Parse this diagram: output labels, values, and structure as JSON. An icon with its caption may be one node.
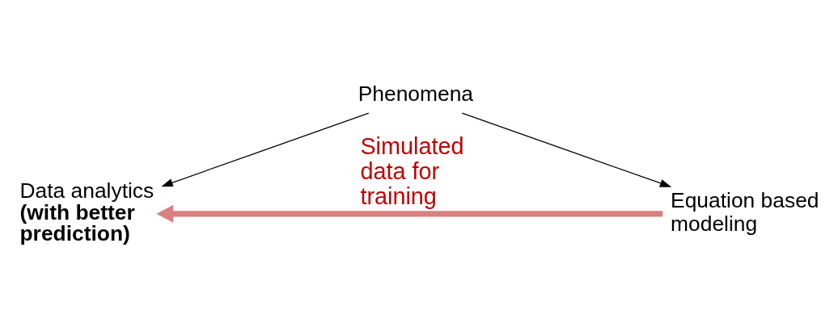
{
  "diagram": {
    "nodes": [
      {
        "text": [
          "Phenomena"
        ]
      },
      {
        "text": [
          "Data analytics",
          "(with better prediction)"
        ]
      },
      {
        "text": [
          "Equation based modeling"
        ]
      }
    ],
    "edges": [
      {
        "from": 0,
        "to": 1,
        "arrow": "to"
      },
      {
        "from": 0,
        "to": 2,
        "arrow": "to"
      },
      {
        "from": 2,
        "to": 1,
        "arrow": "to",
        "label": "Simulated data for training",
        "style": "thick",
        "color": "#d98080"
      }
    ]
  }
}
